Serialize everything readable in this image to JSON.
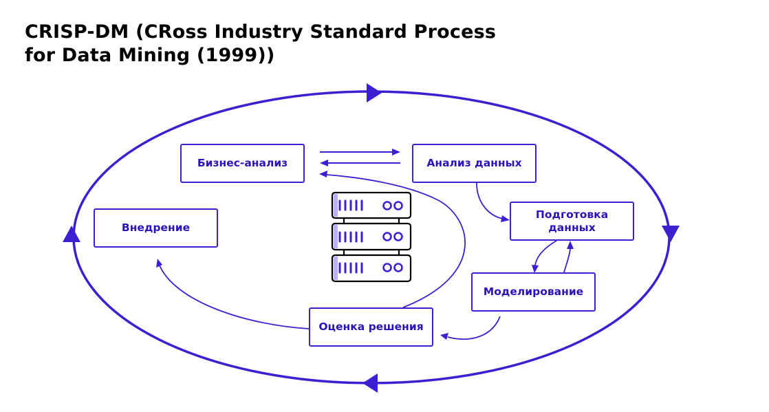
{
  "title": {
    "line1": "CRISP-DM (CRoss Industry Standard Process",
    "line2": "for Data Mining (1999))"
  },
  "colors": {
    "accent": "#3d1fd1",
    "text_accent": "#2a14b8",
    "title": "#000000",
    "background": "#ffffff"
  },
  "nodes": {
    "business": "Бизнес-анализ",
    "data_analysis": "Анализ данных",
    "data_prep": "Подготовка данных",
    "modeling": "Моделирование",
    "evaluation": "Оценка решения",
    "deployment": "Внедрение"
  },
  "center_icon": "database-server-icon"
}
